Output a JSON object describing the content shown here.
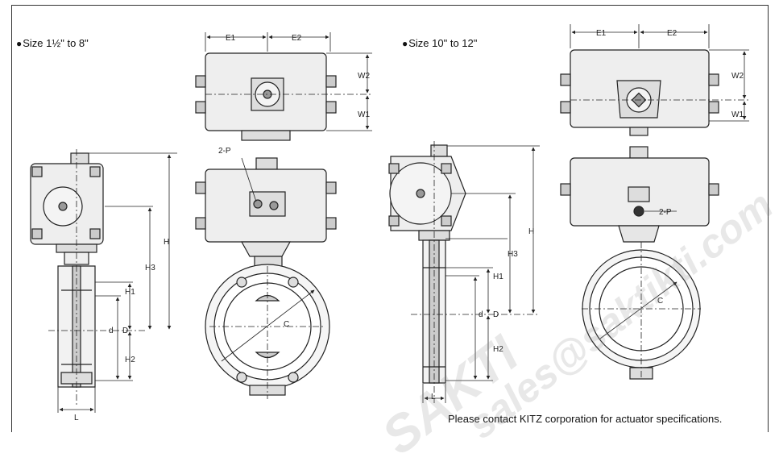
{
  "headings": {
    "left_prefix": "Size 1",
    "left_frac": "½",
    "left_suffix": "\" to 8\"",
    "right": "Size 10\" to 12\""
  },
  "bullet": "●",
  "footnote": "Please contact KITZ corporation for actuator specifications.",
  "dimensions": {
    "E1": "E1",
    "E2": "E2",
    "W1": "W1",
    "W2": "W2",
    "H": "H",
    "H1": "H1",
    "H2": "H2",
    "H3": "H3",
    "d": "d",
    "D": "D",
    "L": "L",
    "C": "C",
    "P": "2-P"
  },
  "watermark": {
    "line1": "SAKTI",
    "line2": "sales@saktikti.com"
  }
}
